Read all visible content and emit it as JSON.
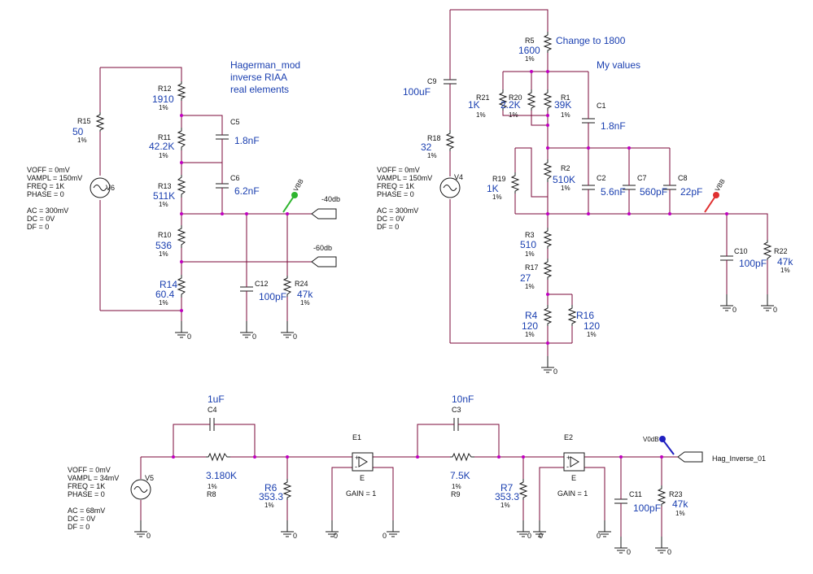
{
  "notes": {
    "hagerman": [
      "Hagerman_mod",
      "inverse  RIAA",
      "real elements"
    ],
    "change": "Change to 1800",
    "my_values": "My values"
  },
  "nets": {
    "m40db": "-40db",
    "m60db": "-60db",
    "hag_inverse": "Hag_Inverse_01",
    "v0dB": "V0dB"
  },
  "ground_label": "0",
  "sources": {
    "V6": [
      "VOFF = 0mV",
      "VAMPL = 150mV",
      "FREQ = 1K",
      "PHASE = 0",
      "",
      "AC = 300mV",
      "DC = 0V",
      "DF = 0"
    ],
    "V4": [
      "VOFF = 0mV",
      "VAMPL = 150mV",
      "FREQ = 1K",
      "PHASE = 0",
      "",
      "AC = 300mV",
      "DC = 0V",
      "DF = 0"
    ],
    "V5": [
      "VOFF = 0mV",
      "VAMPL = 34mV",
      "FREQ = 1K",
      "PHASE = 0",
      "",
      "AC = 68mV",
      "DC = 0V",
      "DF = 0"
    ]
  },
  "source_names": {
    "V6": "V6",
    "V4": "V4",
    "V5": "V5"
  },
  "parts": {
    "R12": {
      "name": "R12",
      "value": "1910",
      "tol": "1%"
    },
    "R11": {
      "name": "R11",
      "value": "42.2K",
      "tol": "1%"
    },
    "R13": {
      "name": "R13",
      "value": "511K",
      "tol": "1%"
    },
    "R10": {
      "name": "R10",
      "value": "536",
      "tol": "1%"
    },
    "R14": {
      "name": "R14",
      "value": "60.4",
      "tol": "1%"
    },
    "R15": {
      "name": "R15",
      "value": "50",
      "tol": "1%"
    },
    "C5": {
      "name": "C5",
      "value": "1.8nF"
    },
    "C6": {
      "name": "C6",
      "value": "6.2nF"
    },
    "C12": {
      "name": "C12",
      "value": "100pF"
    },
    "R24": {
      "name": "R24",
      "value": "47k",
      "tol": "1%"
    },
    "C9": {
      "name": "C9",
      "value": "100uF"
    },
    "R18": {
      "name": "R18",
      "value": "32",
      "tol": "1%"
    },
    "R5": {
      "name": "R5",
      "value": "1600",
      "tol": "1%"
    },
    "R21": {
      "name": "R21",
      "value": "1K",
      "tol": "1%"
    },
    "R20": {
      "name": "R20",
      "value": "2.2K",
      "tol": "1%"
    },
    "R1": {
      "name": "R1",
      "value": "39K",
      "tol": "1%"
    },
    "C1": {
      "name": "C1",
      "value": "1.8nF"
    },
    "R19": {
      "name": "R19",
      "value": "1K",
      "tol": "1%"
    },
    "R2": {
      "name": "R2",
      "value": "510K",
      "tol": "1%"
    },
    "C2": {
      "name": "C2",
      "value": "5.6nF"
    },
    "C7": {
      "name": "C7",
      "value": "560pF"
    },
    "C8": {
      "name": "C8",
      "value": "22pF"
    },
    "R3": {
      "name": "R3",
      "value": "510",
      "tol": "1%"
    },
    "R17": {
      "name": "R17",
      "value": "27",
      "tol": "1%"
    },
    "R4": {
      "name": "R4",
      "value": "120",
      "tol": "1%"
    },
    "R16": {
      "name": "R16",
      "value": "120",
      "tol": "1%"
    },
    "C10": {
      "name": "C10",
      "value": "100pF"
    },
    "R22": {
      "name": "R22",
      "value": "47k",
      "tol": "1%"
    },
    "C4": {
      "name": "C4",
      "value": "1uF"
    },
    "R8": {
      "name": "R8",
      "value": "3.180K",
      "tol": "1%"
    },
    "R6": {
      "name": "R6",
      "value": "353.3",
      "tol": "1%"
    },
    "E1": {
      "name": "E1",
      "type": "E",
      "gain": "GAIN = 1"
    },
    "C3": {
      "name": "C3",
      "value": "10nF"
    },
    "R9": {
      "name": "R9",
      "value": "7.5K",
      "tol": "1%"
    },
    "R7": {
      "name": "R7",
      "value": "353.3",
      "tol": "1%"
    },
    "E2": {
      "name": "E2",
      "type": "E",
      "gain": "GAIN = 1"
    },
    "C11": {
      "name": "C11",
      "value": "100pF"
    },
    "R23": {
      "name": "R23",
      "value": "47k",
      "tol": "1%"
    }
  },
  "probe_labels": {
    "P1": "VBB",
    "P2": "VBB"
  }
}
